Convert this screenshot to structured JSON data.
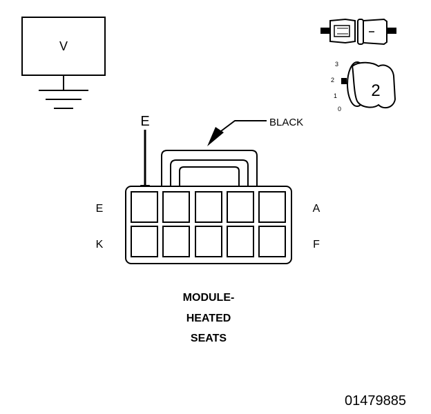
{
  "meter": {
    "symbol": "V"
  },
  "callout_arrow": {
    "pin": "E"
  },
  "wire": {
    "color": "BLACK"
  },
  "connector": {
    "row_labels": {
      "top_left": "E",
      "top_right": "A",
      "bottom_left": "K",
      "bottom_right": "F"
    },
    "cavities_per_row": 5,
    "rows": 2
  },
  "ignition_switch": {
    "positions": [
      "3",
      "2",
      "1",
      "0"
    ],
    "selected": "2"
  },
  "caption": [
    "MODULE-",
    "HEATED",
    "SEATS"
  ],
  "figure_id": "01479885"
}
